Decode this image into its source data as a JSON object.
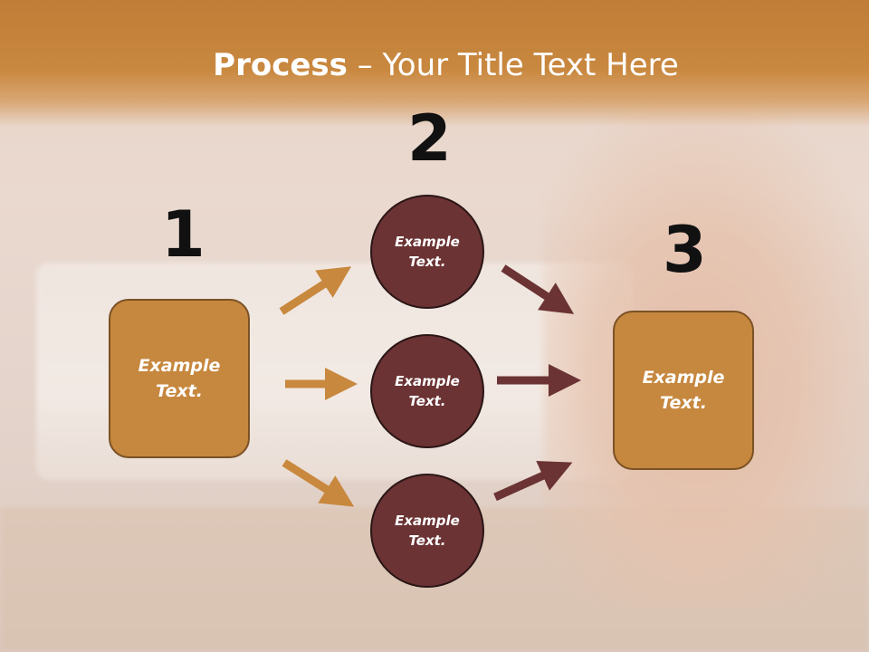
{
  "title": {
    "bold": "Process",
    "separator": " – ",
    "rest": "Your Title Text Here"
  },
  "steps": [
    {
      "number": "1",
      "label": "Example\nText."
    },
    {
      "number": "2",
      "label": "Example\nText."
    },
    {
      "number": "3",
      "label": "Example\nText."
    }
  ],
  "circles": [
    {
      "label": "Example\nText."
    },
    {
      "label": "Example\nText."
    },
    {
      "label": "Example\nText."
    }
  ],
  "colors": {
    "header": "#c9883f",
    "box_fill": "#c6873e",
    "circle_fill": "#6b3334",
    "arrow_orange": "#c8883e",
    "arrow_maroon": "#6b3334"
  }
}
